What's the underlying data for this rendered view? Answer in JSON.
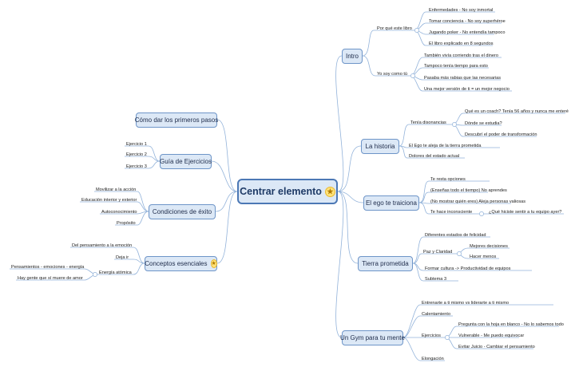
{
  "central": {
    "label": "Centrar elemento",
    "icon": "star-icon"
  },
  "topics": {
    "intro": {
      "label": "Intro",
      "por_que": {
        "label": "Por qué este libro",
        "items": [
          "Enfermedades - No soy inmortal",
          "Tomar conciencia - No soy superhéroe",
          "Jugando poker - No entendía tampoco",
          "El libro explicado en 8 segundos"
        ]
      },
      "yo_soy": {
        "label": "Yo soy como tú",
        "items": [
          "También vivía corriendo tras el dinero",
          "Tampoco tenía tiempo para esto",
          "Pasaba más rabias que las necesarias",
          "Una mejor versión de ti = un mejor negocio"
        ]
      }
    },
    "historia": {
      "label": "La historia",
      "tenia": {
        "label": "Tenía disonancias",
        "items": [
          "Qué es un coach? Tenía 56 años y nunca me enteré",
          "Dónde se estudia?",
          "Descubrí el poder de transformación"
        ]
      },
      "ego": "El Ego te aleja de la tierra prometida",
      "dolores": "Dolores del estado actual"
    },
    "ego_traiciona": {
      "label": "El ego te traiciona",
      "items": [
        "Te resta opciones",
        "(Enseñas todo el tiempo) No aprendes",
        "(No mostrar quién eres) Aleja personas valiosas",
        "Te hace inconsciente"
      ],
      "sub": "¿Qué hiciste sentir a tu equipo ayer?"
    },
    "tierra": {
      "label": "Tierra prometida",
      "felicidad": "Diferentes estados de felicidad",
      "paz": {
        "label": "Paz y Claridad",
        "items": [
          "Mejores decisiones",
          "Hacer menos"
        ]
      },
      "formar": "Formar cultura -> Productividad de equipos",
      "subtema": "Subtema 3"
    },
    "gym": {
      "label": "Un Gym para tu mente",
      "entrenarte": "Entrenarte a ti mismo vs liderarte a ti mismo",
      "calentamiento": "Calentamiento",
      "ejercicios": {
        "label": "Ejercicios",
        "items": [
          "Pregunta con la hoja en blanco - No lo sabemos todo",
          "Vulnerable - Me puedo equivocar",
          "Evitar Juicio - Cambiar el pensamiento"
        ]
      },
      "elongacion": "Elongación"
    },
    "primeros": {
      "label": "Cómo dar los primeros pasos"
    },
    "guia": {
      "label": "Guía de Ejercicios",
      "items": [
        "Ejercicio 1",
        "Ejercicio 2",
        "Ejercicio 3"
      ]
    },
    "condiciones": {
      "label": "Condiciones de éxito",
      "items": [
        "Movilizar a la acción",
        "Educación interior y exterior",
        "Autoconocimiento",
        "Propósito"
      ]
    },
    "conceptos": {
      "label": "Conceptos esenciales",
      "del": "Del pensamiento a la emoción",
      "deja": "Deja ir",
      "energia": {
        "label": "Energía atómica",
        "items": [
          "Pensamientos - emociones - energía",
          "Hay gente que sí muere de amor"
        ]
      }
    }
  }
}
